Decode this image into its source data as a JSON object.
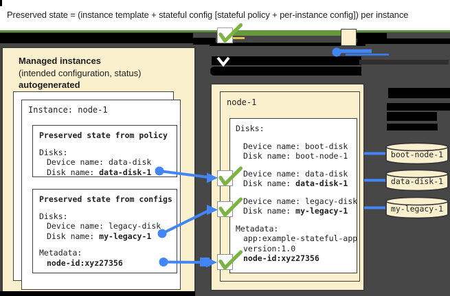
{
  "header": {
    "title": "Preserved state = (instance template + stateful config [stateful policy + per-instance config]) per instance"
  },
  "left_panel": {
    "heading_line1": "Managed instances",
    "heading_line2": "(intended configuration, status)",
    "heading_line3": "autogenerated",
    "instance_title": "Instance: node-1",
    "policy_box": {
      "title": "Preserved state from policy",
      "disks_label": "Disks:",
      "device_line": "Device name: data-disk",
      "disk_name_label": "Disk name: ",
      "disk_name_value": "data-disk-1"
    },
    "configs_box": {
      "title": "Preserved state from configs",
      "disks_label": "Disks:",
      "device_line": "Device name: legacy-disk",
      "disk_name_label": "Disk name: ",
      "disk_name_value": "my-legacy-1",
      "metadata_label": "Metadata:",
      "metadata_value": "node-id:xyz27356"
    }
  },
  "vm_panel": {
    "name": "node-1",
    "disks_label": "Disks:",
    "boot_device_line": "Device name: boot-disk",
    "boot_disk_line": "Disk name: boot-node-1",
    "data_device_line": "Device name: data-disk",
    "data_disk_label": "Disk name: ",
    "data_disk_value": "data-disk-1",
    "legacy_device_line": "Device name: legacy-disk",
    "legacy_disk_label": "Disk name: ",
    "legacy_disk_value": "my-legacy-1",
    "metadata_label": "Metadata:",
    "metadata_app_line": "app:example-stateful-app",
    "metadata_version_line": "version:1.0",
    "metadata_node_id": "node-id:xyz27356"
  },
  "disk_cylinders": [
    {
      "label": "boot-node-1"
    },
    {
      "label": "data-disk-1"
    },
    {
      "label": "my-legacy-1"
    }
  ],
  "colors": {
    "panel_cream": "#FBF0CE",
    "background_dark": "#474747",
    "connector_blue": "#4285F4",
    "check_green": "#7CB342",
    "arrow_green": "#61953D",
    "redaction_black": "#000000"
  }
}
